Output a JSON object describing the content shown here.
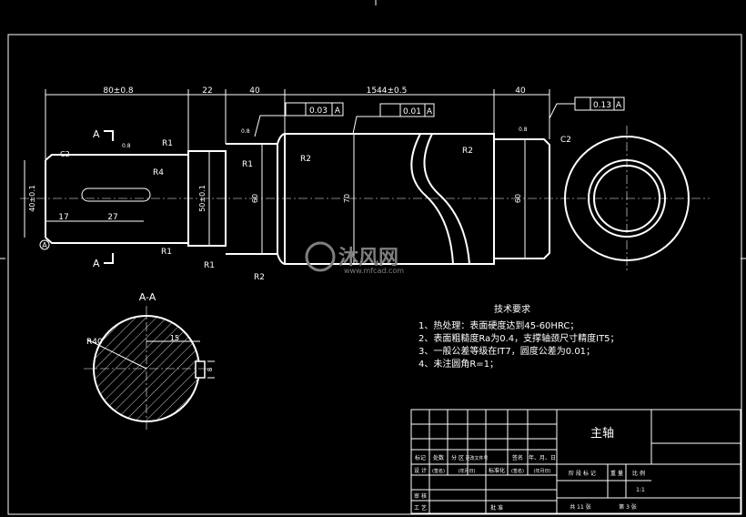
{
  "dimensions": {
    "len_80": "80±0.8",
    "len_22": "22",
    "len_40a": "40",
    "len_1544": "1544±0.5",
    "len_40b": "40",
    "len_17": "17",
    "len_27": "27",
    "dia_40": "40±0.1",
    "dia_50": "50±0.1",
    "dia_60a": "60",
    "dia_70": "70",
    "dia_60b": "60",
    "r1a": "R1",
    "r1b": "R1",
    "r1c": "R1",
    "r1d": "R1",
    "r2a": "R2",
    "r2b": "R2",
    "r2c": "R2",
    "r4": "R4",
    "c2a": "C2",
    "c2b": "C2",
    "rough_a": "0.8",
    "rough_b": "0.8",
    "rough_c": "0.8",
    "datum": "A"
  },
  "tolerances": {
    "tol1_value": "0.03",
    "tol1_ref": "A",
    "tol2_value": "0.01",
    "tol2_ref": "A",
    "tol3_value": "0.13",
    "tol3_ref": "A"
  },
  "section": {
    "mark_top": "A",
    "mark_bottom": "A",
    "title": "A-A",
    "radius": "R40",
    "key_depth": "15",
    "key_width": "8"
  },
  "requirements": {
    "title": "技术要求",
    "item1": "1、热处理：表面硬度达到45-60HRC；",
    "item2": "2、表面粗糙度Ra为0.4，支撑轴颈尺寸精度IT5；",
    "item3": "3、一般公差等级在IT7，圆度公差为0.01；",
    "item4": "4、未注圆角R=1；"
  },
  "title_block": {
    "part_name": "主轴",
    "row_a": [
      "标记",
      "处数",
      "分 区",
      "更改文件号",
      "签名",
      "年、月、日"
    ],
    "row_b": [
      "设 计",
      "(签名)",
      "(年月日)",
      "标准化",
      "(签名)",
      "(年月日)"
    ],
    "right_labels": [
      "阶 段 标 记",
      "重 量",
      "比 例"
    ],
    "scale": "1:1",
    "review": "审 核",
    "process": "工 艺",
    "approve": "批 准",
    "sheets": "共 11 张",
    "sheet_no": "第 3 张"
  },
  "watermark": {
    "brand": "沐风网",
    "url": "www.mfcad.com"
  }
}
